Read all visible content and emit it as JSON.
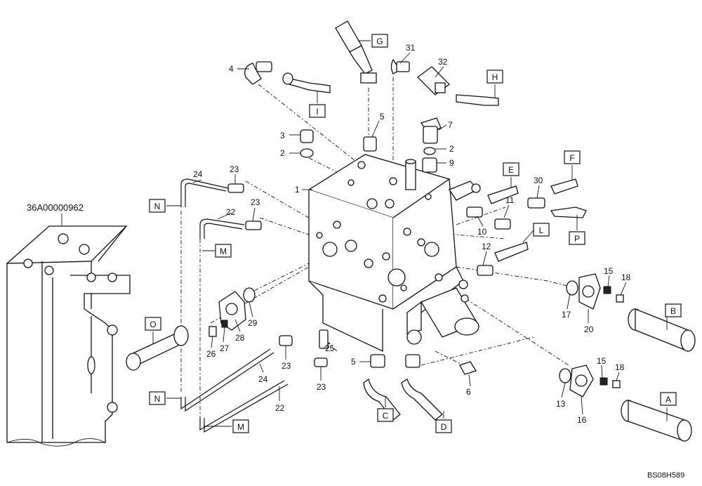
{
  "drawing": {
    "reference_number": "36A00000962",
    "drawing_code": "BS08H589"
  },
  "part_numbers": [
    "1",
    "2",
    "2",
    "3",
    "4",
    "5",
    "5",
    "6",
    "7",
    "9",
    "10",
    "11",
    "12",
    "13",
    "15",
    "15",
    "16",
    "17",
    "18",
    "18",
    "20",
    "22",
    "22",
    "23",
    "23",
    "23",
    "23",
    "24",
    "24",
    "25",
    "26",
    "27",
    "28",
    "29",
    "30",
    "31",
    "32"
  ],
  "connection_labels": [
    "A",
    "B",
    "C",
    "D",
    "E",
    "F",
    "G",
    "H",
    "I",
    "L",
    "M",
    "M",
    "N",
    "N",
    "O",
    "P"
  ]
}
